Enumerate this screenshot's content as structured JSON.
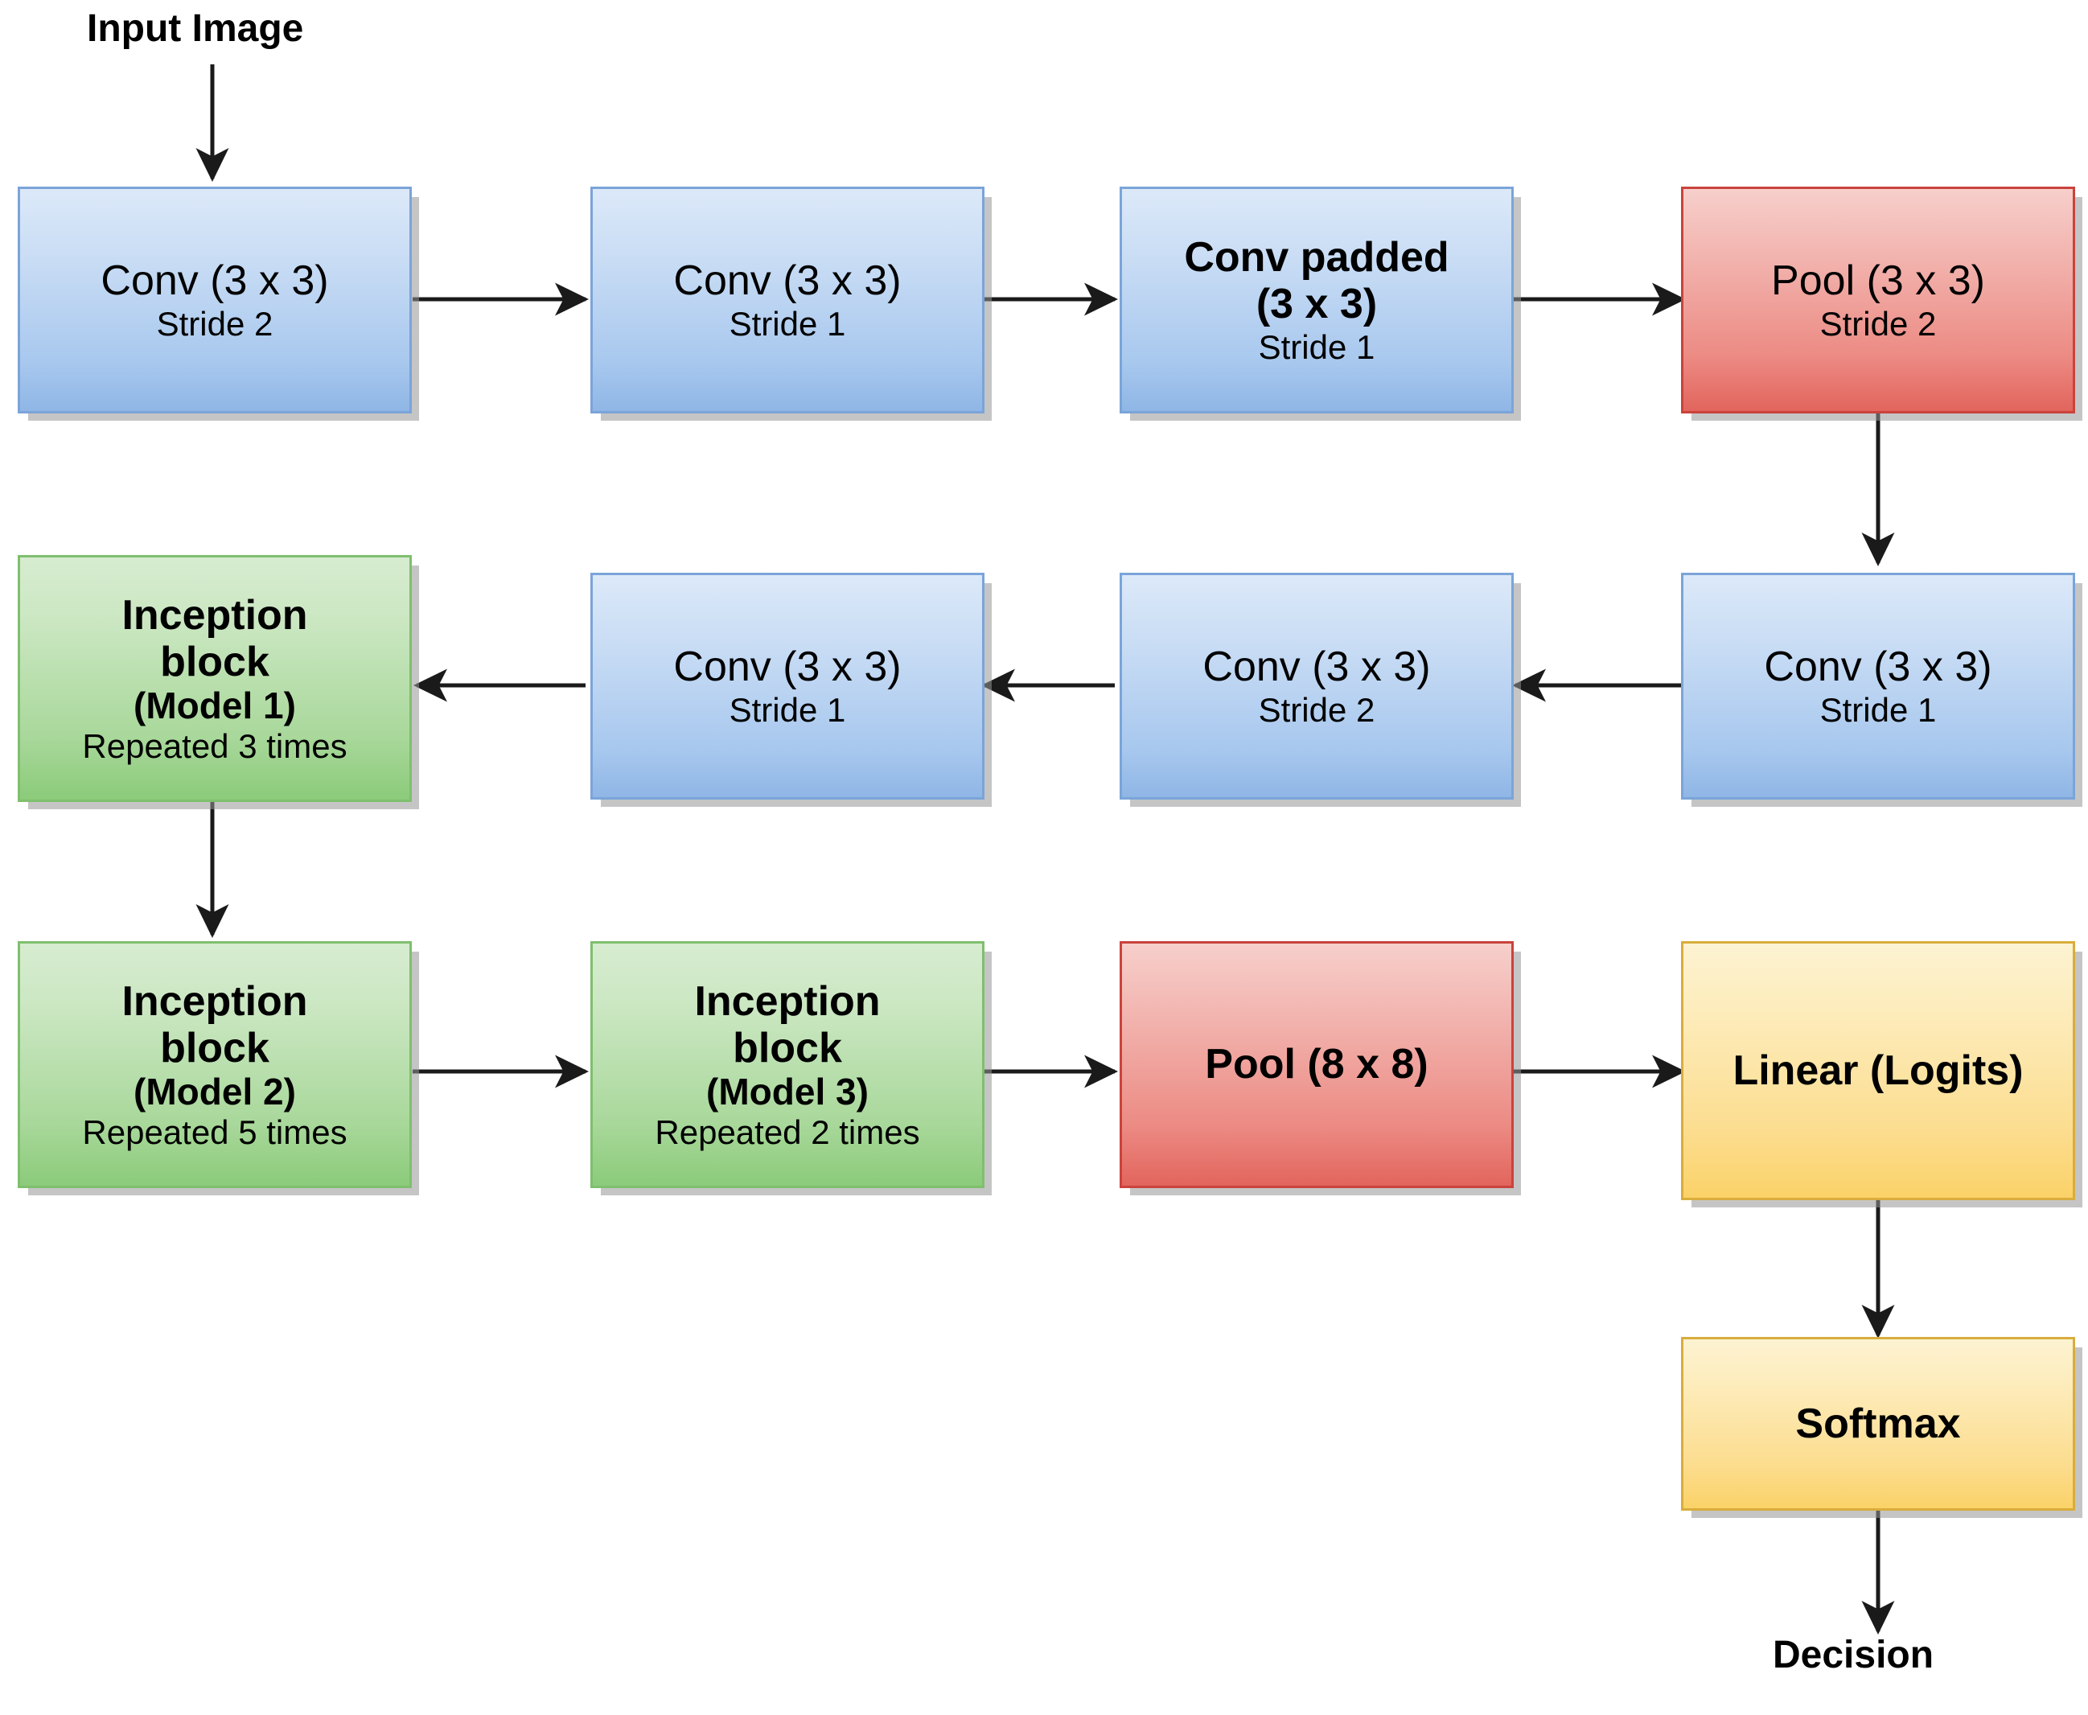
{
  "diagram": {
    "title": "Inception-style CNN architecture flow diagram",
    "background": "#ffffff",
    "colors": {
      "conv_block": "#a8c8ee",
      "pool_block": "#ec8b84",
      "inception_block": "#a9d89b",
      "output_block": "#fcdd8f",
      "arrow": "#1a1a1a",
      "text": "#000000"
    }
  },
  "labels": {
    "input": "Input Image",
    "output": "Decision"
  },
  "blocks": {
    "conv1": {
      "title": "Conv (3 x 3)",
      "detail": "Stride 2",
      "type": "conv"
    },
    "conv2": {
      "title": "Conv (3 x 3)",
      "detail": "Stride 1",
      "type": "conv"
    },
    "conv3": {
      "title": "Conv padded",
      "title2": "(3 x 3)",
      "detail": "Stride 1",
      "type": "conv"
    },
    "pool1": {
      "title": "Pool (3 x 3)",
      "detail": "Stride 2",
      "type": "pool"
    },
    "conv4": {
      "title": "Conv (3 x 3)",
      "detail": "Stride 1",
      "type": "conv"
    },
    "conv5": {
      "title": "Conv (3 x 3)",
      "detail": "Stride 2",
      "type": "conv"
    },
    "conv6": {
      "title": "Conv (3 x 3)",
      "detail": "Stride 1",
      "type": "conv"
    },
    "incep1": {
      "title": "Inception",
      "title2": "block",
      "model": "(Model 1)",
      "detail": "Repeated 3 times",
      "type": "inception"
    },
    "incep2": {
      "title": "Inception",
      "title2": "block",
      "model": "(Model 2)",
      "detail": "Repeated 5 times",
      "type": "inception"
    },
    "incep3": {
      "title": "Inception",
      "title2": "block",
      "model": "(Model 3)",
      "detail": "Repeated 2 times",
      "type": "inception"
    },
    "pool2": {
      "title": "Pool (8 x 8)",
      "type": "pool"
    },
    "linear": {
      "title": "Linear (Logits)",
      "type": "output"
    },
    "softmax": {
      "title": "Softmax",
      "type": "output"
    }
  },
  "flow": [
    "Input Image -> Conv (3 x 3) Stride 2",
    "Conv (3 x 3) Stride 2 -> Conv (3 x 3) Stride 1",
    "Conv (3 x 3) Stride 1 -> Conv padded (3 x 3) Stride 1",
    "Conv padded (3 x 3) Stride 1 -> Pool (3 x 3) Stride 2",
    "Pool (3 x 3) Stride 2 -> Conv (3 x 3) Stride 1",
    "Conv (3 x 3) Stride 1 -> Conv (3 x 3) Stride 2",
    "Conv (3 x 3) Stride 2 -> Conv (3 x 3) Stride 1",
    "Conv (3 x 3) Stride 1 -> Inception block (Model 1)",
    "Inception block (Model 1) -> Inception block (Model 2)",
    "Inception block (Model 2) -> Inception block (Model 3)",
    "Inception block (Model 3) -> Pool (8 x 8)",
    "Pool (8 x 8) -> Linear (Logits)",
    "Linear (Logits) -> Softmax",
    "Softmax -> Decision"
  ]
}
